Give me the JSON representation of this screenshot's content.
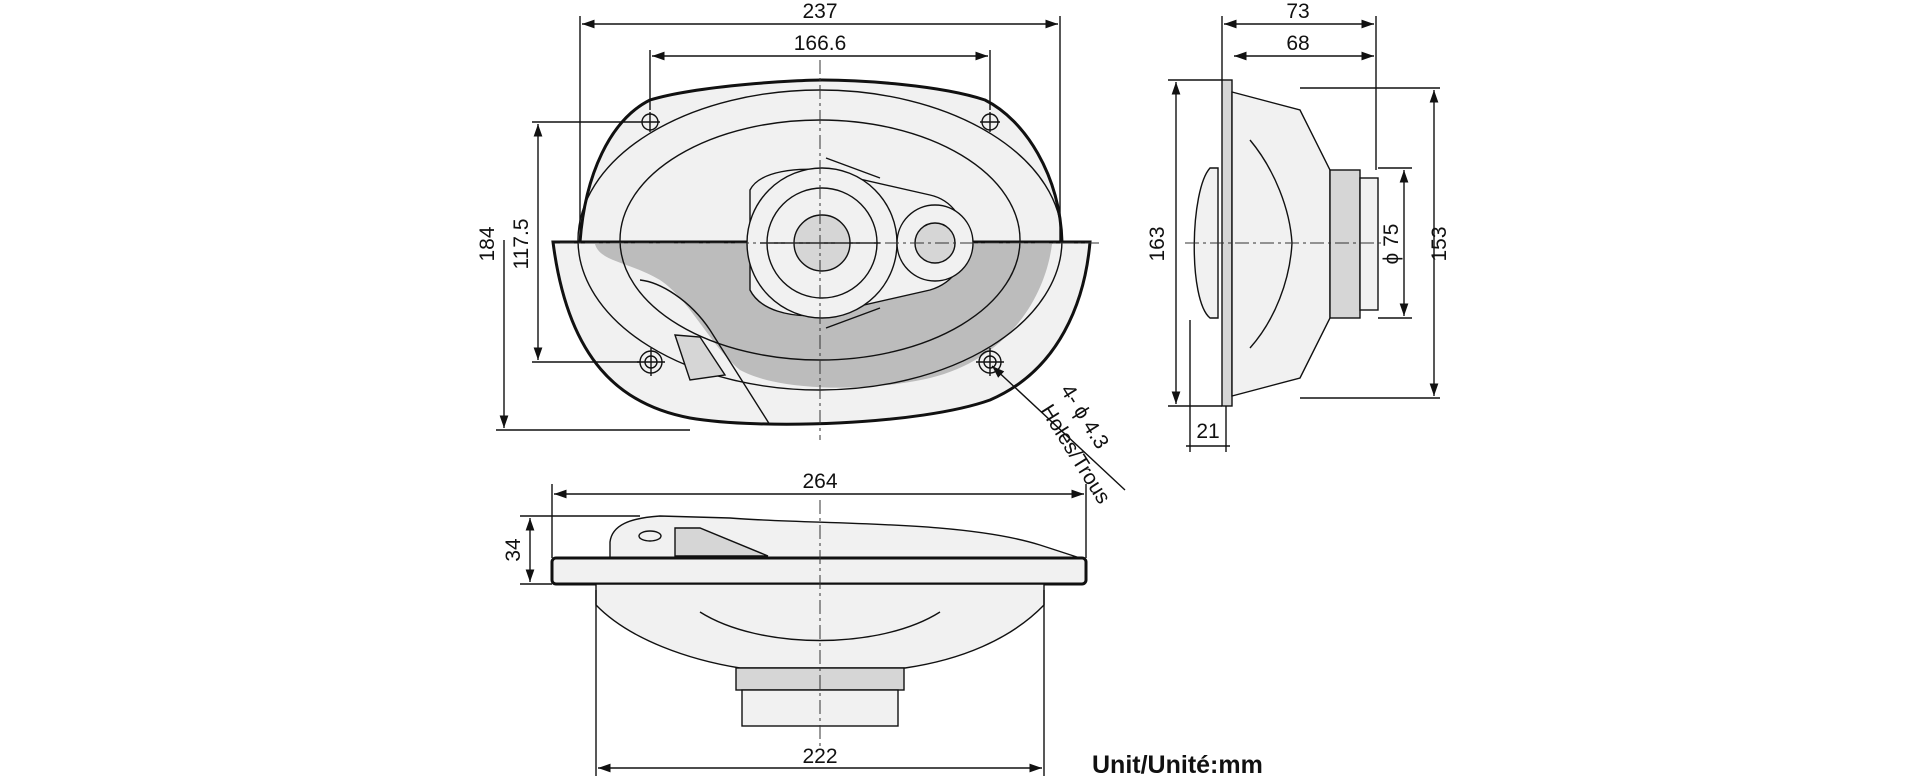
{
  "drawing": {
    "front_view": {
      "width_outer": "237",
      "width_holes": "166.6",
      "height_outer": "184",
      "height_holes": "117.5",
      "holes_note_line1": "4- ϕ 4.3",
      "holes_note_line2": "Holes/Trous"
    },
    "side_view": {
      "depth_total": "73",
      "depth_mount": "68",
      "height_outer": "163",
      "height_basket": "153",
      "magnet_dia": "ϕ 75",
      "grille_depth": "21"
    },
    "bottom_view": {
      "width_flange": "264",
      "width_basket": "222",
      "height_top": "34"
    },
    "unit_label": "Unit/Unité:mm"
  }
}
